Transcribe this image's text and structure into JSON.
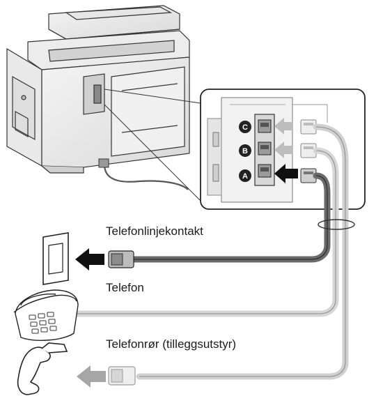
{
  "labels": {
    "wall_jack": "Telefonlinjekontakt",
    "telephone": "Telefon",
    "handset": "Telefonrør (tilleggsutstyr)"
  },
  "ports": [
    "C",
    "B",
    "A"
  ],
  "colors": {
    "line": "#222222",
    "cable_dark": "#555555",
    "cable_light": "#c8c8c8",
    "arrow_dark": "#111111",
    "arrow_light": "#a6a6a6",
    "badge": "#222222"
  },
  "icons": [
    "printer-icon",
    "wall-jack-icon",
    "telephone-icon",
    "handset-icon",
    "modular-plug-icon",
    "arrow-left-icon"
  ]
}
